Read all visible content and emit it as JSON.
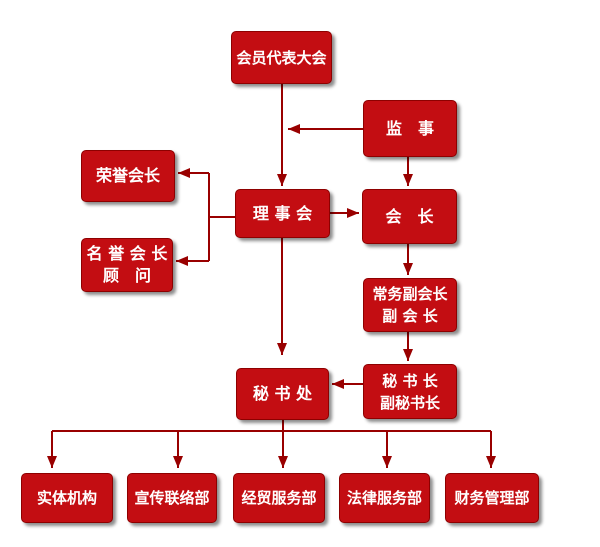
{
  "diagram": {
    "type": "org-chart",
    "background": "#FFFFFF",
    "colors": {
      "box_fill": "#C30D12",
      "box_border": "#8E0000",
      "connector": "#990000",
      "text": "#FFFFFF"
    },
    "nodes": {
      "member_assembly": {
        "label": "会员代表大会"
      },
      "supervisor": {
        "label": "监　事"
      },
      "honorary_president": {
        "label": "荣誉会长"
      },
      "council": {
        "label": "理 事 会"
      },
      "president": {
        "label": "会　长"
      },
      "honorary_advisor": {
        "label": "名 誉 会 长\n顾　问"
      },
      "executive_vp": {
        "label": "常务副会长\n副 会 长"
      },
      "secretariat": {
        "label": "秘 书 处"
      },
      "secretary_general": {
        "label": "秘 书 长\n副秘书长"
      },
      "dept_entity": {
        "label": "实体机构"
      },
      "dept_publicity": {
        "label": "宣传联络部"
      },
      "dept_trade": {
        "label": "经贸服务部"
      },
      "dept_legal": {
        "label": "法律服务部"
      },
      "dept_finance": {
        "label": "财务管理部"
      }
    },
    "edges": [
      {
        "from": "会员代表大会",
        "to": "理事会"
      },
      {
        "from": "监事",
        "to": "会员代表大会-理事会连线"
      },
      {
        "from": "监事",
        "to": "会长"
      },
      {
        "from": "理事会",
        "to": "会长"
      },
      {
        "from": "理事会",
        "to": "荣誉会长"
      },
      {
        "from": "理事会",
        "to": "名誉会长·顾问"
      },
      {
        "from": "理事会",
        "to": "秘书处"
      },
      {
        "from": "会长",
        "to": "常务副会长·副会长"
      },
      {
        "from": "常务副会长·副会长",
        "to": "秘书长·副秘书长"
      },
      {
        "from": "秘书长·副秘书长",
        "to": "秘书处"
      },
      {
        "from": "秘书处",
        "to": "实体机构"
      },
      {
        "from": "秘书处",
        "to": "宣传联络部"
      },
      {
        "from": "秘书处",
        "to": "经贸服务部"
      },
      {
        "from": "秘书处",
        "to": "法律服务部"
      },
      {
        "from": "秘书处",
        "to": "财务管理部"
      }
    ]
  }
}
